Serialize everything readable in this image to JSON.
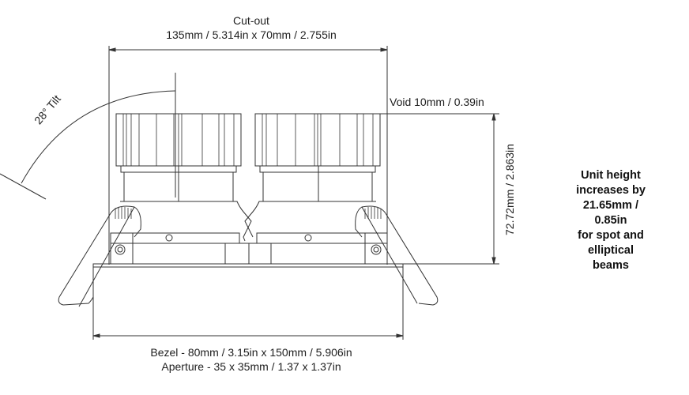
{
  "cutout": {
    "title": "Cut-out",
    "dims": "135mm / 5.314in x 70mm / 2.755in"
  },
  "tilt": "28° Tilt",
  "void": "Void 10mm / 0.39in",
  "height": "72.72mm / 2.863in",
  "note": [
    "Unit height increases by",
    "21.65mm / 0.85in",
    "for spot and elliptical beams"
  ],
  "bezel": "Bezel - 80mm / 3.15in x 150mm / 5.906in",
  "aperture": "Aperture - 35 x 35mm / 1.37 x 1.37in"
}
